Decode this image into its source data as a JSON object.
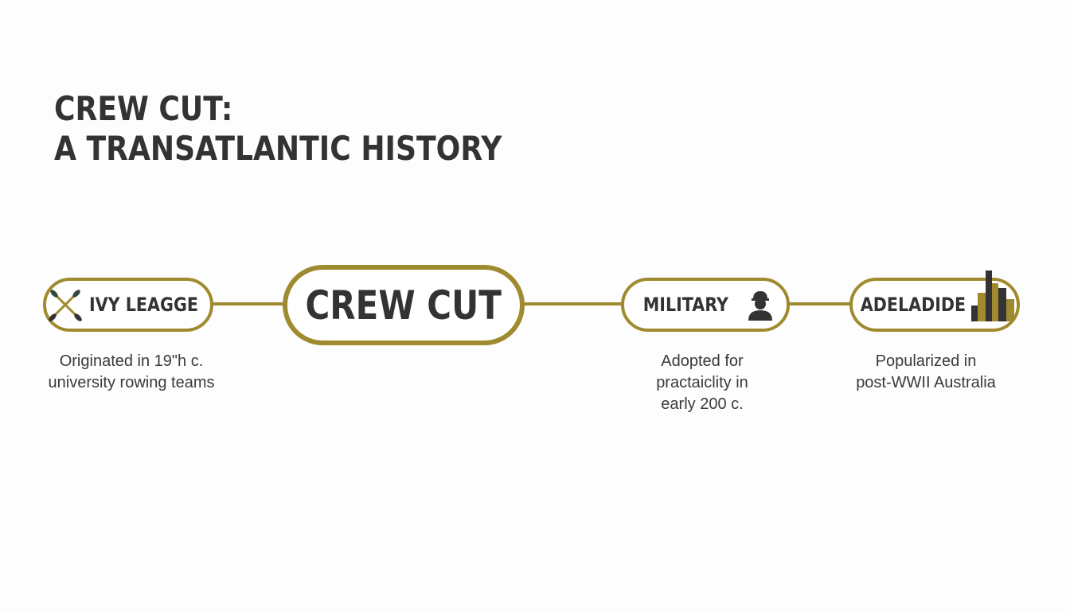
{
  "title": {
    "line1": "CREW CUT:",
    "line2": "A TRANSATLANTIC HISTORY"
  },
  "colors": {
    "accent": "#a08a2f",
    "text": "#333333",
    "background": "#fcfdfc"
  },
  "center_node": {
    "label": "CREW CUT"
  },
  "nodes": [
    {
      "label": "IVY LEAGGE",
      "icon": "crossed-oars-icon",
      "description": [
        "Originated in 19\"h c.",
        "university rowing teams"
      ]
    },
    {
      "label": "MILITARY",
      "icon": "soldier-icon",
      "description": [
        "Adopted for",
        "practaiclity in",
        "early 200 c."
      ]
    },
    {
      "label": "ADELADIDE",
      "icon": "city-skyline-icon",
      "description": [
        "Popularized in",
        "post-WWII Australia"
      ]
    }
  ]
}
